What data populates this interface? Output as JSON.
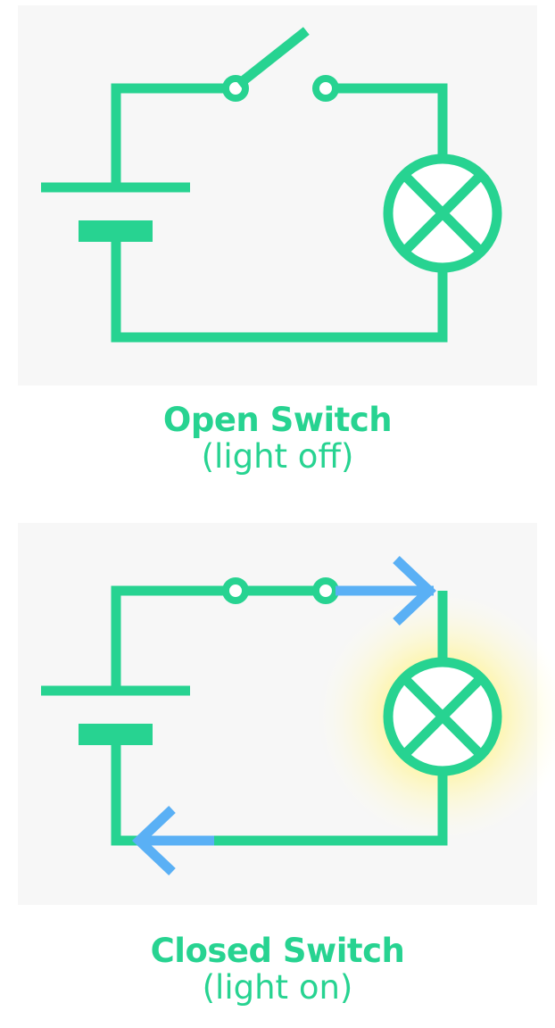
{
  "colors": {
    "wire": "#27d391",
    "current_arrow": "#5ab0f5",
    "glow": "#fff59d",
    "panel_background": "#f7f7f7"
  },
  "open_circuit": {
    "title": "Open Switch",
    "subtitle": "(light off)",
    "switch_state": "open",
    "lamp_lit": false
  },
  "closed_circuit": {
    "title": "Closed Switch",
    "subtitle": "(light on)",
    "switch_state": "closed",
    "lamp_lit": true
  }
}
